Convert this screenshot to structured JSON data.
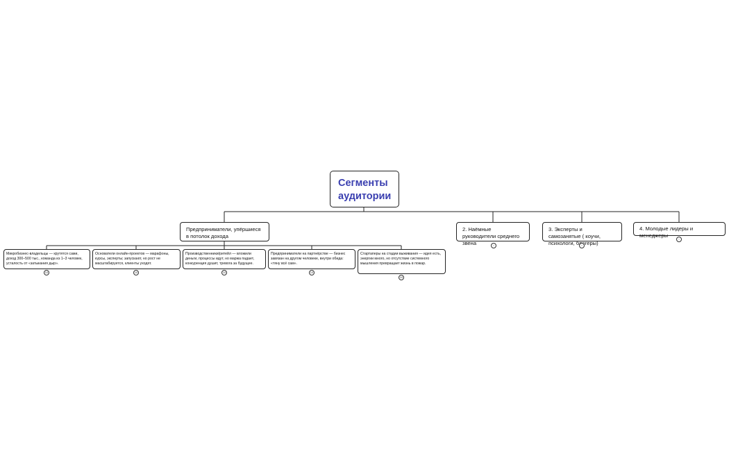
{
  "mindmap": {
    "root": {
      "line1": "Сегменты",
      "line2": "аудитории"
    },
    "branches": [
      {
        "label": "Предприниматели, упёршиеся в потолок дохода",
        "toggle": ""
      },
      {
        "label": "2. Наёмные руководители среднего звена",
        "toggle": "−"
      },
      {
        "label": "3. Эксперты и самозанятые ( коучи, психологи, блогеры)",
        "toggle": "−"
      },
      {
        "label": "4. Молодые лидеры и менеджеры",
        "toggle": "−"
      }
    ],
    "leaves": [
      {
        "label": "Микробизнес-владельцы — крутятся сами, доход 300–500 тыс., команда из 1–3 человек, усталость от «затыкания дыр».",
        "toggle": "10"
      },
      {
        "label": "Основатели онлайн-проектов — марафоны, курсы, эксперты; запускают, но рост не масштабируется, клиенты уходят.",
        "toggle": "10"
      },
      {
        "label": "Производственники/ритейл — вложили деньги, процессы идут, но маржа падает, конкуренция душит, тревога за будущее.",
        "toggle": "10"
      },
      {
        "label": "Предприниматели на партнёрстве — бизнес завязан на другом человеке, внутри обида: «тяну всё сам».",
        "toggle": "10"
      },
      {
        "label": "Стартаперы на стадии выживания — идея есть, энергии много, но отсутствие системного мышления превращает жизнь в пожар.",
        "toggle": "10"
      }
    ]
  }
}
